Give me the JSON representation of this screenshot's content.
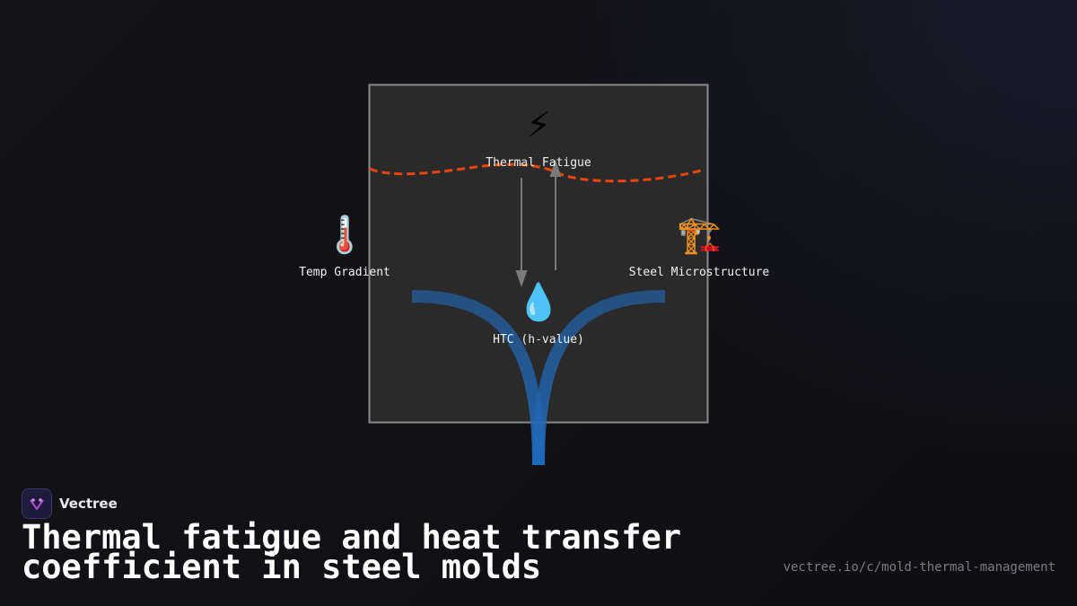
{
  "diagram": {
    "nodes": {
      "thermal_fatigue": {
        "label": "Thermal Fatigue",
        "icon": "lightning-icon",
        "glyph": "⚡"
      },
      "temp_gradient": {
        "label": "Temp Gradient",
        "icon": "thermometer-icon",
        "glyph": "🌡️"
      },
      "steel_microstructure": {
        "label": "Steel Microstructure",
        "icon": "construction-crane-icon",
        "glyph": "🏗️"
      },
      "htc": {
        "label": "HTC (h-value)",
        "icon": "water-droplet-icon",
        "glyph": "💧"
      }
    },
    "colors": {
      "panel_bg": "#2a2a2a",
      "panel_border": "#8a8a8a",
      "fatigue_line": "#e8450e",
      "flow_curve": "#2a6fb8",
      "arrows": "#7a7a7a"
    }
  },
  "brand": {
    "name": "Vectree"
  },
  "title": "Thermal fatigue and heat transfer coefficient in steel molds",
  "url": "vectree.io/c/mold-thermal-management"
}
